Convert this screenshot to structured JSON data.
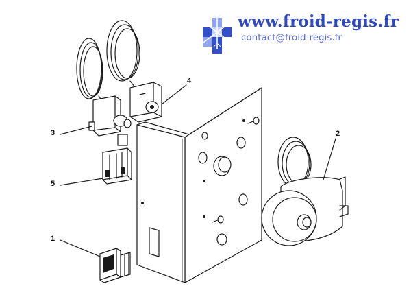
{
  "header": {
    "site_url": "www.froid-regis.fr",
    "email": "contact@froid-regis.fr",
    "logo_icon": "snowflake-logo-icon",
    "colors": {
      "url": "#2f48c4",
      "email": "#5a6fd8",
      "logo": "#3350c8"
    }
  },
  "callouts": {
    "c1": "1",
    "c2": "2",
    "c3": "3",
    "c4": "4",
    "c5": "5"
  }
}
